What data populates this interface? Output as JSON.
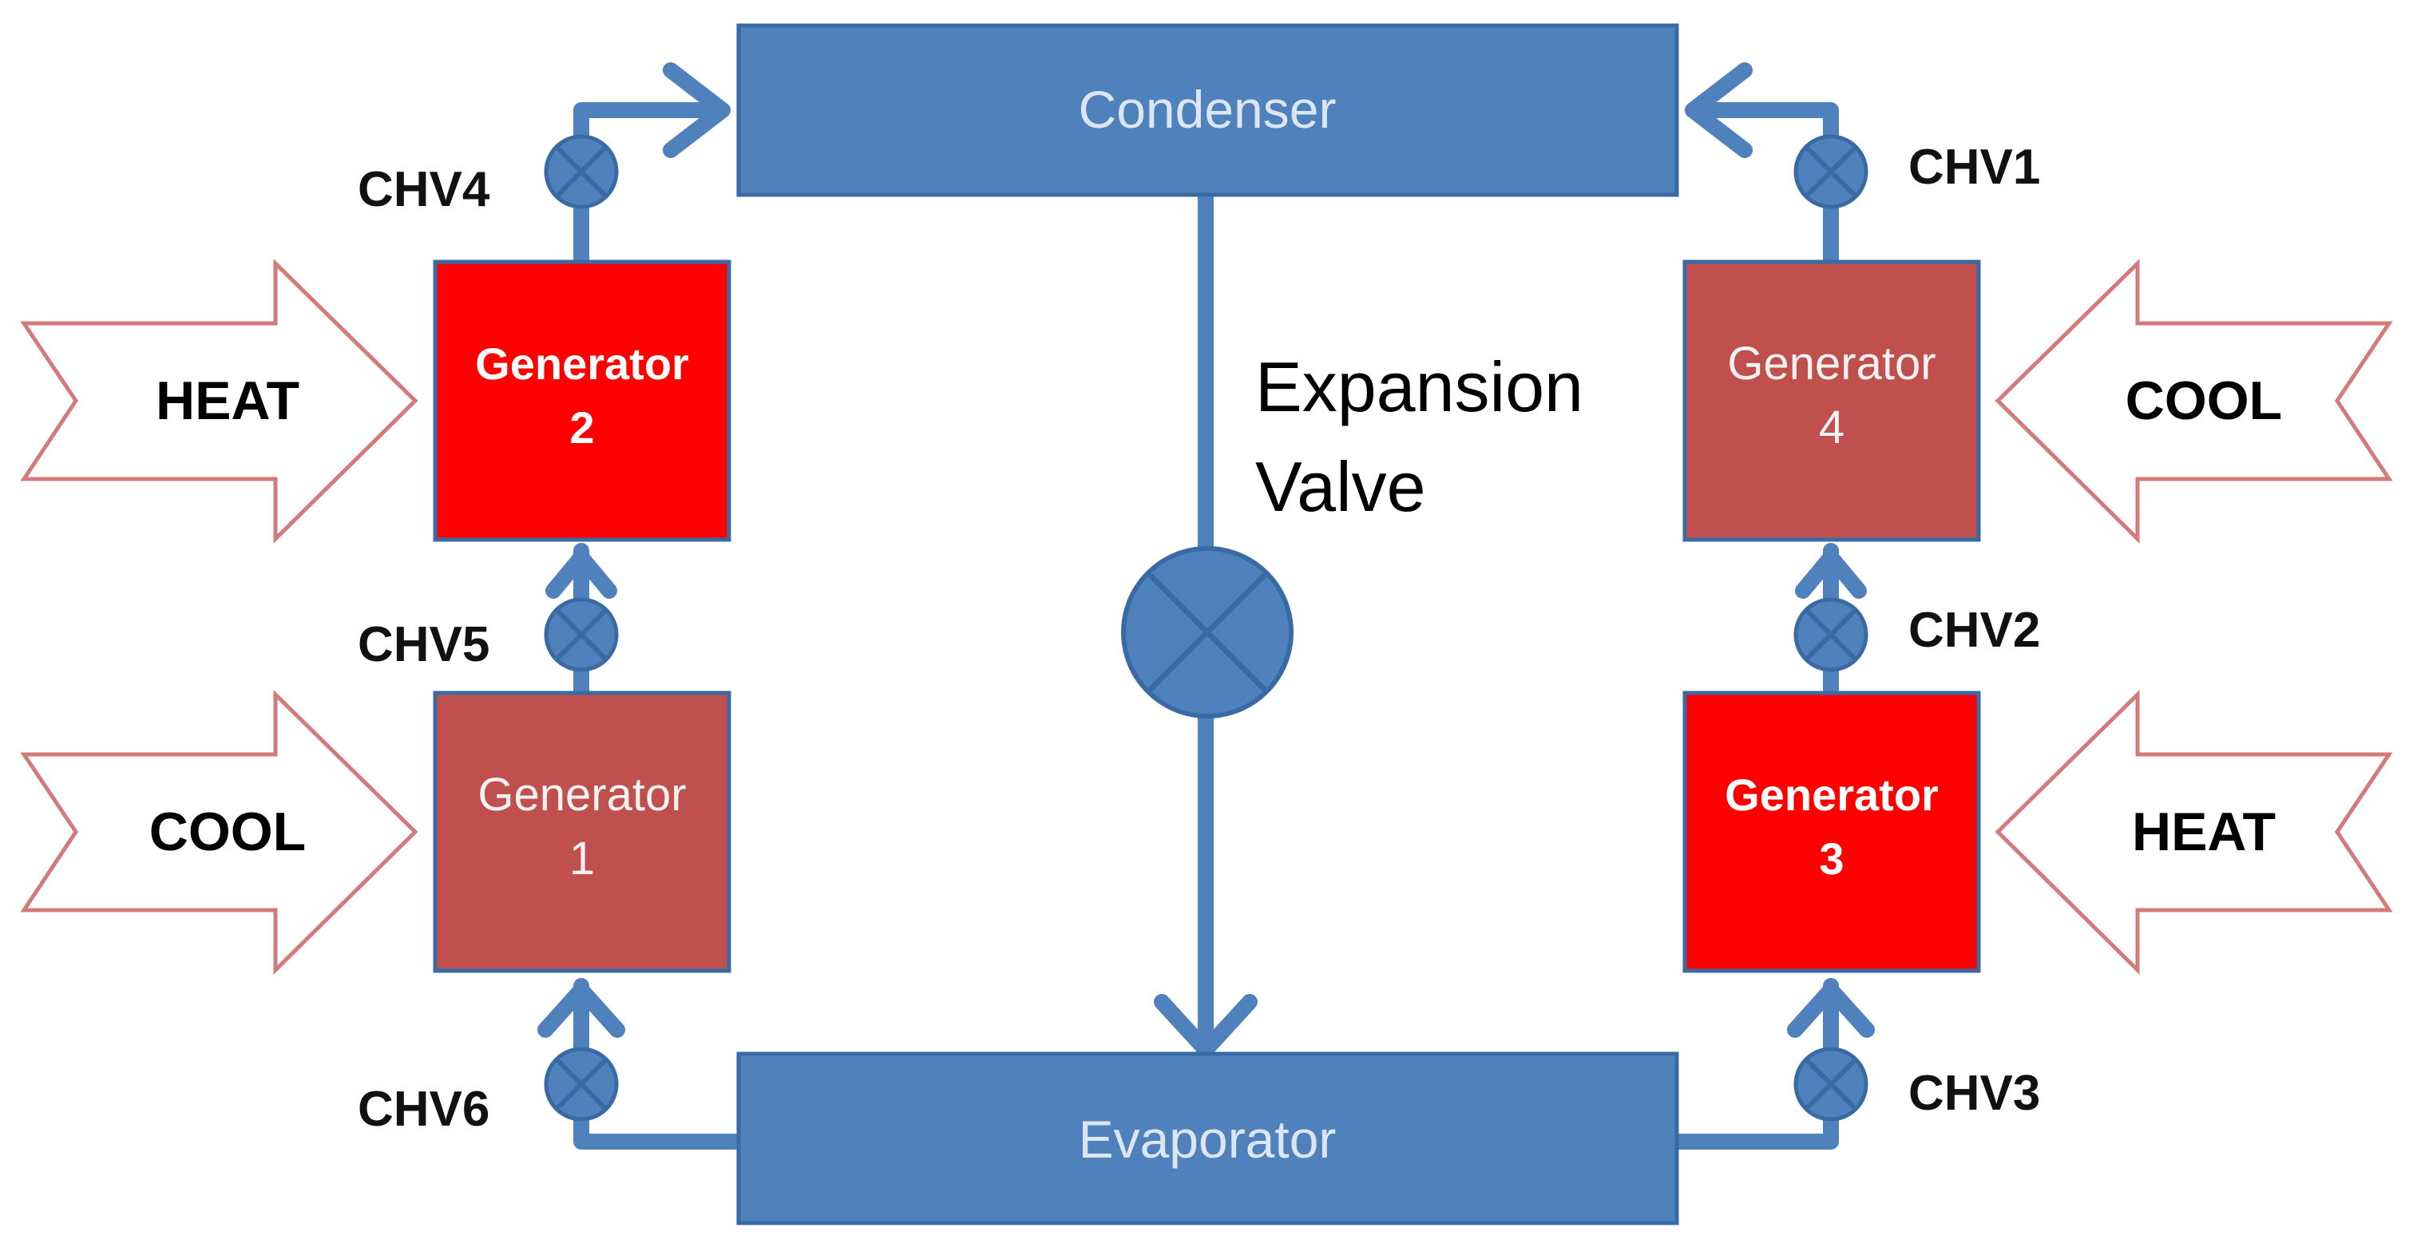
{
  "colors": {
    "blue": "#4f81bd",
    "blue_dark": "#3a6aa3",
    "gen_hot": "#ff0000",
    "gen_cool": "#c0504d",
    "arrow_outline": "#d47a78"
  },
  "condenser": {
    "label": "Condenser"
  },
  "evaporator": {
    "label": "Evaporator"
  },
  "expansion_valve": {
    "line1": "Expansion",
    "line2": "Valve"
  },
  "generators": {
    "g1": {
      "line1": "Generator",
      "line2": "1",
      "state": "cool"
    },
    "g2": {
      "line1": "Generator",
      "line2": "2",
      "state": "heat"
    },
    "g3": {
      "line1": "Generator",
      "line2": "3",
      "state": "heat"
    },
    "g4": {
      "line1": "Generator",
      "line2": "4",
      "state": "cool"
    }
  },
  "check_valves": {
    "chv1": "CHV1",
    "chv2": "CHV2",
    "chv3": "CHV3",
    "chv4": "CHV4",
    "chv5": "CHV5",
    "chv6": "CHV6"
  },
  "thermal_inputs": {
    "left_top": "HEAT",
    "left_bottom": "COOL",
    "right_top": "COOL",
    "right_bottom": "HEAT"
  }
}
